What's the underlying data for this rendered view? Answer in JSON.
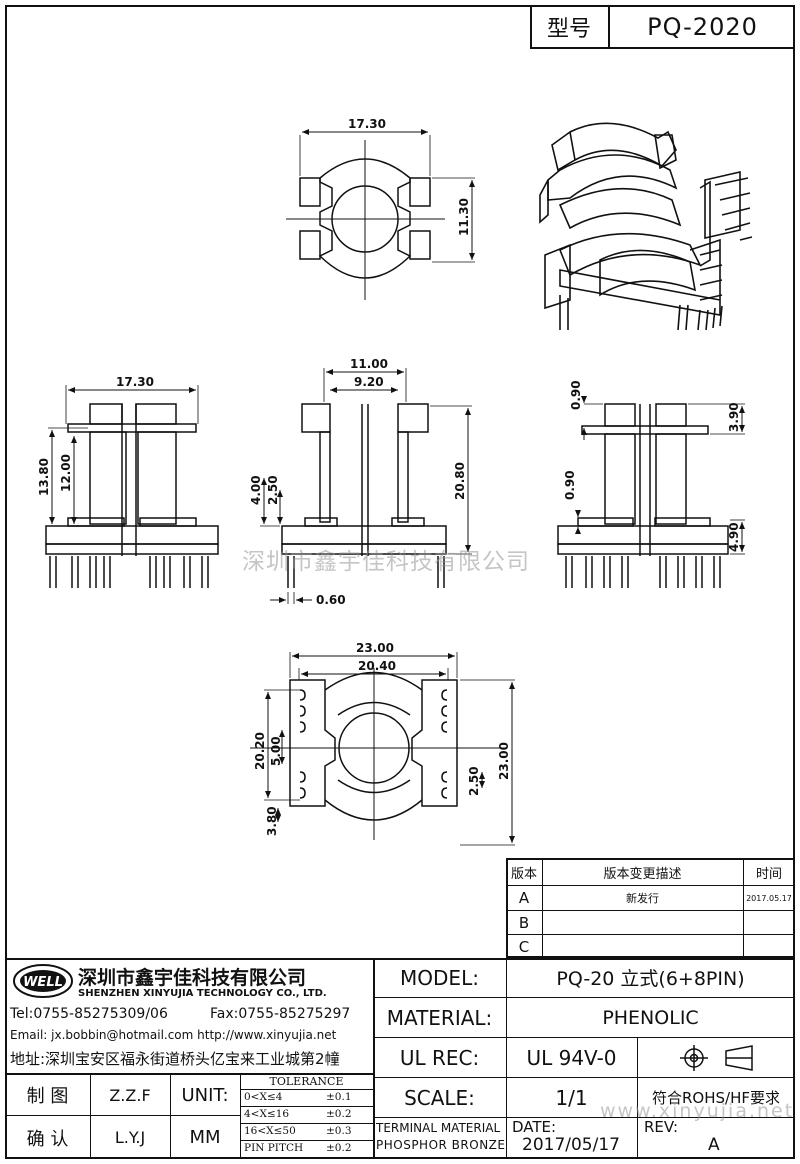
{
  "header": {
    "model_label": "型号",
    "model_value": "PQ-2020"
  },
  "watermark": {
    "center": "深圳市鑫宇佳科技有限公司",
    "corner": "www.xinyujia.net"
  },
  "dimensions": {
    "top_width": "17.30",
    "top_height": "11.30",
    "front_width": "17.30",
    "front_h1": "13.80",
    "front_h2": "12.00",
    "side_w1": "11.00",
    "side_w2": "9.20",
    "side_h": "20.80",
    "side_h1": "4.00",
    "side_h2": "2.50",
    "side_pin": "0.60",
    "right_a": "0.90",
    "right_b": "3.90",
    "right_c": "0.90",
    "right_d": "4.90",
    "bottom_w1": "23.00",
    "bottom_w2": "20.40",
    "bottom_h1": "20.20",
    "bottom_h2": "5.00",
    "bottom_h3": "23.00",
    "bottom_h4": "2.50",
    "bottom_h5": "3.80"
  },
  "revision_table": {
    "headers": {
      "version": "版本",
      "desc": "版本变更描述",
      "time": "时间"
    },
    "rows": [
      {
        "version": "A",
        "desc": "新发行",
        "time": "2017.05.17"
      },
      {
        "version": "B",
        "desc": "",
        "time": ""
      },
      {
        "version": "C",
        "desc": "",
        "time": ""
      }
    ]
  },
  "company": {
    "logo_text": "WELL",
    "name_cn": "深圳市鑫宇佳科技有限公司",
    "name_en": "SHENZHEN XINYUJIA TECHNOLOGY CO., LTD.",
    "tel": "Tel:0755-85275309/06",
    "fax": "Fax:0755-85275297",
    "email": "Email: jx.bobbin@hotmail.com http://www.xinyujia.net",
    "address": "地址:深圳宝安区福永街道桥头亿宝来工业城第2幢"
  },
  "title_block": {
    "model_label": "MODEL:",
    "model_value": "PQ-20 立式(6+8PIN)",
    "material_label": "MATERIAL:",
    "material_value": "PHENOLIC",
    "ulrec_label": "UL REC:",
    "ulrec_value": "UL 94V-0",
    "scale_label": "SCALE:",
    "scale_value": "1/1",
    "compliance": "符合ROHS/HF要求",
    "date_label": "DATE:",
    "date_value": "2017/05/17",
    "rev_label": "REV:",
    "rev_value": "A",
    "terminal_material": "TERMINAL MATERIAL",
    "terminal_value": "PHOSPHOR BRONZE",
    "drawn_label": "制  图",
    "drawn_by": "Z.Z.F",
    "check_label": "确  认",
    "check_by": "L.Y.J",
    "unit_label": "UNIT:",
    "unit_value": "MM",
    "tolerance_title": "TOLERANCE",
    "tolerances": [
      {
        "range": "0<X≤4",
        "value": "±0.1"
      },
      {
        "range": "4<X≤16",
        "value": "±0.2"
      },
      {
        "range": "16<X≤50",
        "value": "±0.3"
      },
      {
        "range": "PIN PITCH",
        "value": "±0.2"
      }
    ]
  }
}
